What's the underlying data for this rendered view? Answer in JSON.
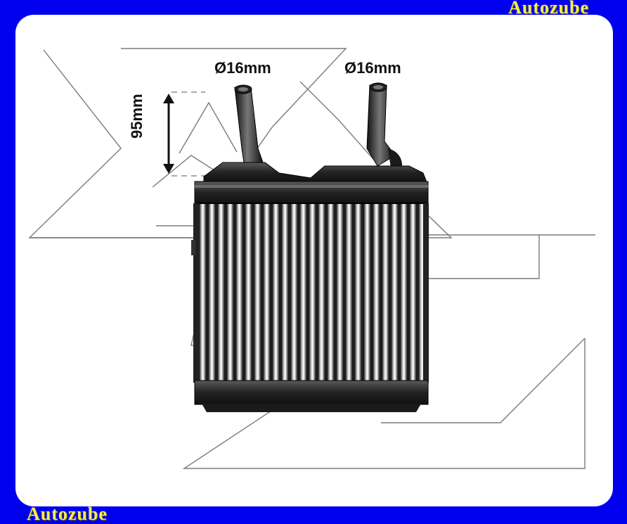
{
  "brand": {
    "top": "Autozube",
    "bottom": "Autozube"
  },
  "product": {
    "name": "heater-core-radiator",
    "pipe_left_diameter": "Ø16mm",
    "pipe_right_diameter": "Ø16mm",
    "pipe_height": "95mm"
  },
  "colors": {
    "frame": "#0000ee",
    "panel": "#ffffff",
    "brand_text": "#f3ec56"
  }
}
